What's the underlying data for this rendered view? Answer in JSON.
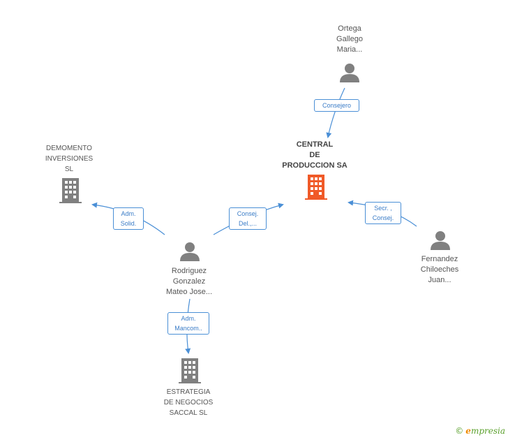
{
  "nodes": {
    "ortega": {
      "lines": [
        "Ortega",
        "Gallego",
        "Maria..."
      ],
      "kind": "person",
      "role": "secondary"
    },
    "central": {
      "lines": [
        "CENTRAL",
        "DE",
        "PRODUCCION SA"
      ],
      "kind": "company",
      "role": "main"
    },
    "demomento": {
      "lines": [
        "DEMOMENTO",
        "INVERSIONES",
        "SL"
      ],
      "kind": "company",
      "role": "secondary"
    },
    "rodriguez": {
      "lines": [
        "Rodriguez",
        "Gonzalez",
        "Mateo Jose..."
      ],
      "kind": "person",
      "role": "secondary"
    },
    "fernandez": {
      "lines": [
        "Fernandez",
        "Chiloeches",
        "Juan..."
      ],
      "kind": "person",
      "role": "secondary"
    },
    "estrategia": {
      "lines": [
        "ESTRATEGIA",
        "DE NEGOCIOS",
        "SACCAL SL"
      ],
      "kind": "company",
      "role": "secondary"
    }
  },
  "edges": [
    {
      "from": "ortega",
      "to": "central",
      "label": [
        "Consejero"
      ]
    },
    {
      "from": "rodriguez",
      "to": "demomento",
      "label": [
        "Adm.",
        "Solid."
      ]
    },
    {
      "from": "rodriguez",
      "to": "central",
      "label": [
        "Consej.",
        "Del.,..."
      ]
    },
    {
      "from": "fernandez",
      "to": "central",
      "label": [
        "Secr. ,",
        "Consej."
      ]
    },
    {
      "from": "rodriguez",
      "to": "estrategia",
      "label": [
        "Adm.",
        "Mancom.."
      ]
    }
  ],
  "colors": {
    "edge": "#4a8fd6",
    "person_icon": "#808080",
    "company_icon": "#808080",
    "main_company_icon": "#f05a28"
  },
  "brand": {
    "copyright_symbol": "©",
    "initial": "e",
    "rest": "mpresia"
  }
}
